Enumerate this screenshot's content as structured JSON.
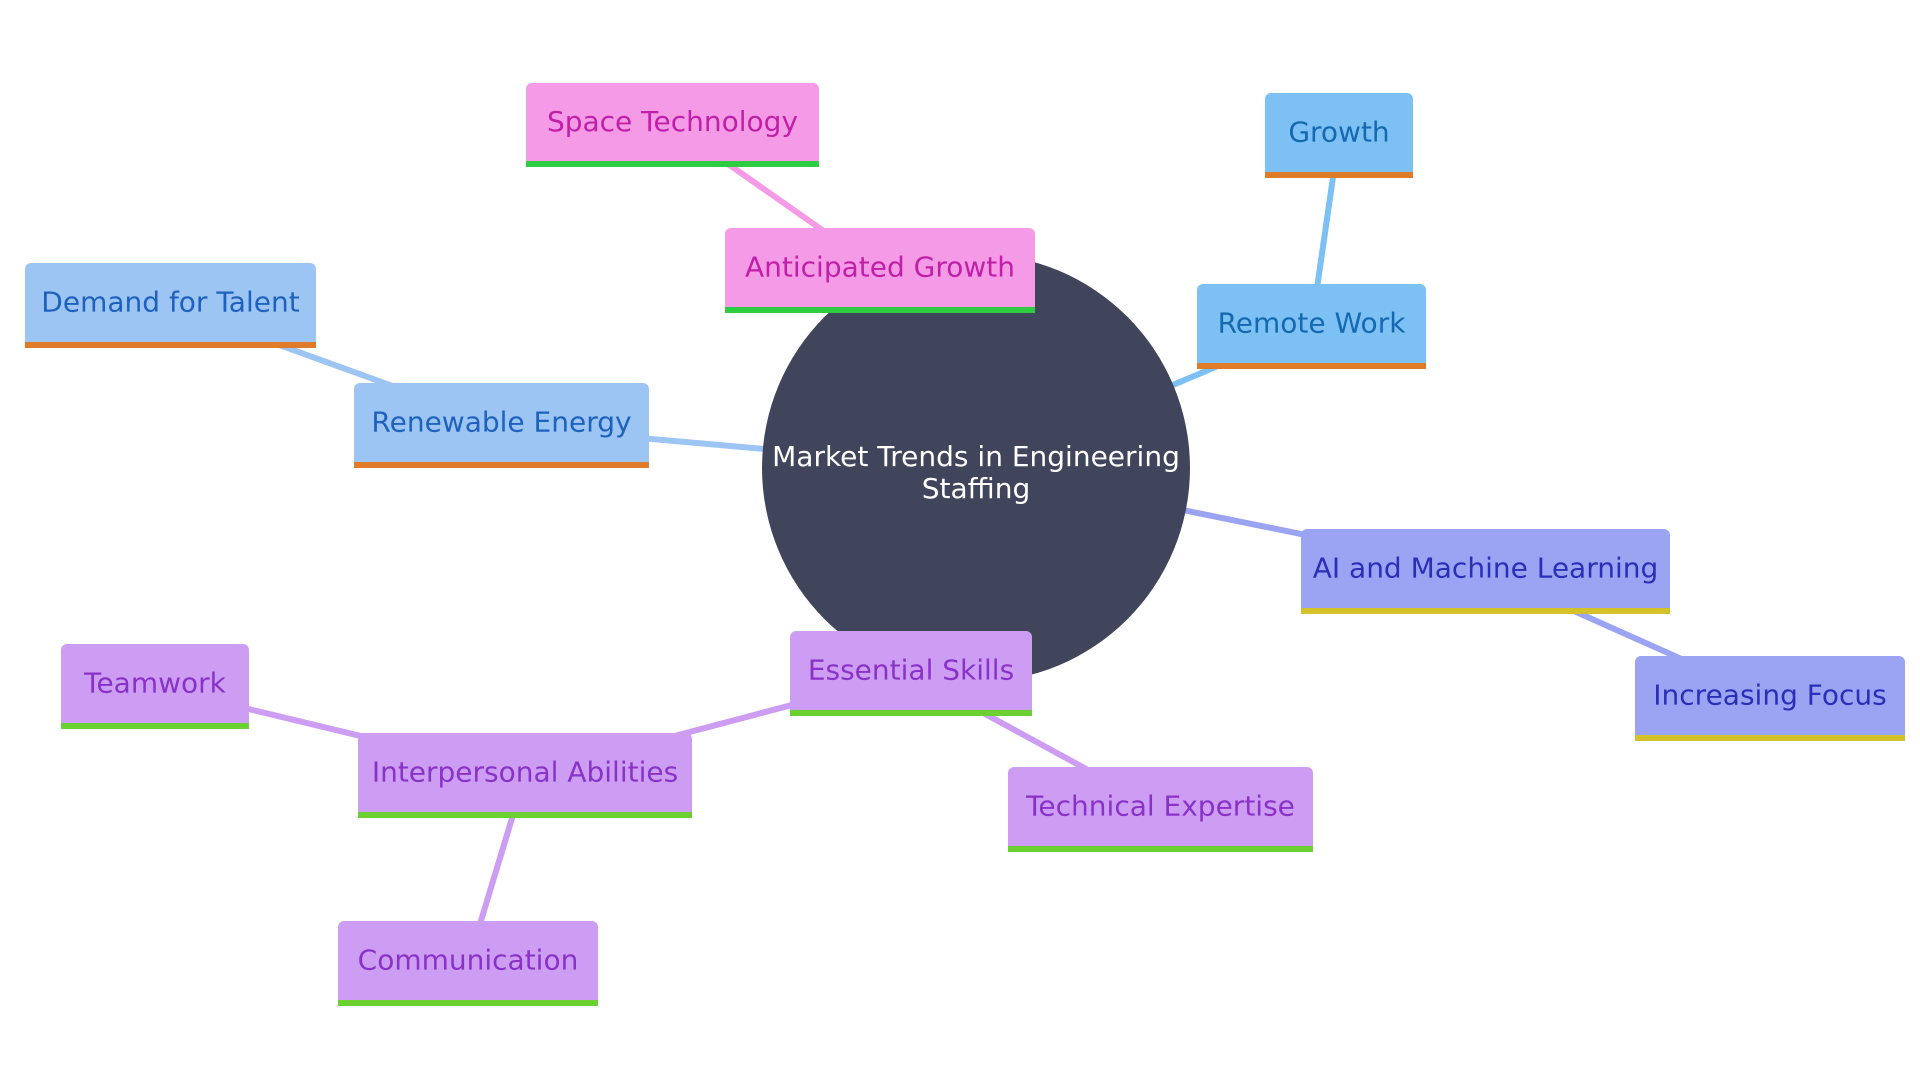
{
  "diagram": {
    "center": {
      "lines": [
        "Market Trends in Engineering",
        "Staffing"
      ],
      "fill": "#41455b"
    },
    "nodes": [
      {
        "id": "anticipated-growth",
        "label": "Anticipated Growth",
        "fill": "#f59ae6",
        "text": "#c020a8",
        "border": "#2ecc40"
      },
      {
        "id": "space-technology",
        "label": "Space Technology",
        "fill": "#f59ae6",
        "text": "#c020a8",
        "border": "#2ecc40"
      },
      {
        "id": "remote-work",
        "label": "Remote Work",
        "fill": "#7cc0f4",
        "text": "#1469b0",
        "border": "#e07b2a"
      },
      {
        "id": "growth",
        "label": "Growth",
        "fill": "#7cc0f4",
        "text": "#1469b0",
        "border": "#e07b2a"
      },
      {
        "id": "renewable-energy",
        "label": "Renewable Energy",
        "fill": "#9cc5f3",
        "text": "#1e62bd",
        "border": "#e07b2a"
      },
      {
        "id": "demand-for-talent",
        "label": "Demand for Talent",
        "fill": "#9cc5f3",
        "text": "#1e62bd",
        "border": "#e07b2a"
      },
      {
        "id": "ai-and-machine-learning",
        "label": "AI and Machine Learning",
        "fill": "#9ba3f3",
        "text": "#2a2fb8",
        "border": "#d4c22a"
      },
      {
        "id": "increasing-focus",
        "label": "Increasing Focus",
        "fill": "#9ba3f3",
        "text": "#2a2fb8",
        "border": "#d4c22a"
      },
      {
        "id": "essential-skills",
        "label": "Essential Skills",
        "fill": "#cc9df3",
        "text": "#8a32c8",
        "border": "#6cd030"
      },
      {
        "id": "interpersonal-abilities",
        "label": "Interpersonal Abilities",
        "fill": "#cc9df3",
        "text": "#8a32c8",
        "border": "#6cd030"
      },
      {
        "id": "teamwork",
        "label": "Teamwork",
        "fill": "#cc9df3",
        "text": "#8a32c8",
        "border": "#6cd030"
      },
      {
        "id": "communication",
        "label": "Communication",
        "fill": "#cc9df3",
        "text": "#8a32c8",
        "border": "#6cd030"
      },
      {
        "id": "technical-expertise",
        "label": "Technical Expertise",
        "fill": "#cc9df3",
        "text": "#8a32c8",
        "border": "#6cd030"
      }
    ],
    "edges": [
      {
        "from": "center",
        "to": "anticipated-growth",
        "color": "#f59ae6"
      },
      {
        "from": "anticipated-growth",
        "to": "space-technology",
        "color": "#f59ae6"
      },
      {
        "from": "center",
        "to": "remote-work",
        "color": "#7cc0f4"
      },
      {
        "from": "remote-work",
        "to": "growth",
        "color": "#7cc0f4"
      },
      {
        "from": "center",
        "to": "renewable-energy",
        "color": "#9cc5f3"
      },
      {
        "from": "renewable-energy",
        "to": "demand-for-talent",
        "color": "#9cc5f3"
      },
      {
        "from": "center",
        "to": "ai-and-machine-learning",
        "color": "#9ba3f3"
      },
      {
        "from": "ai-and-machine-learning",
        "to": "increasing-focus",
        "color": "#9ba3f3"
      },
      {
        "from": "center",
        "to": "essential-skills",
        "color": "#cc9df3"
      },
      {
        "from": "essential-skills",
        "to": "interpersonal-abilities",
        "color": "#cc9df3"
      },
      {
        "from": "interpersonal-abilities",
        "to": "teamwork",
        "color": "#cc9df3"
      },
      {
        "from": "interpersonal-abilities",
        "to": "communication",
        "color": "#cc9df3"
      },
      {
        "from": "essential-skills",
        "to": "technical-expertise",
        "color": "#cc9df3"
      }
    ]
  }
}
